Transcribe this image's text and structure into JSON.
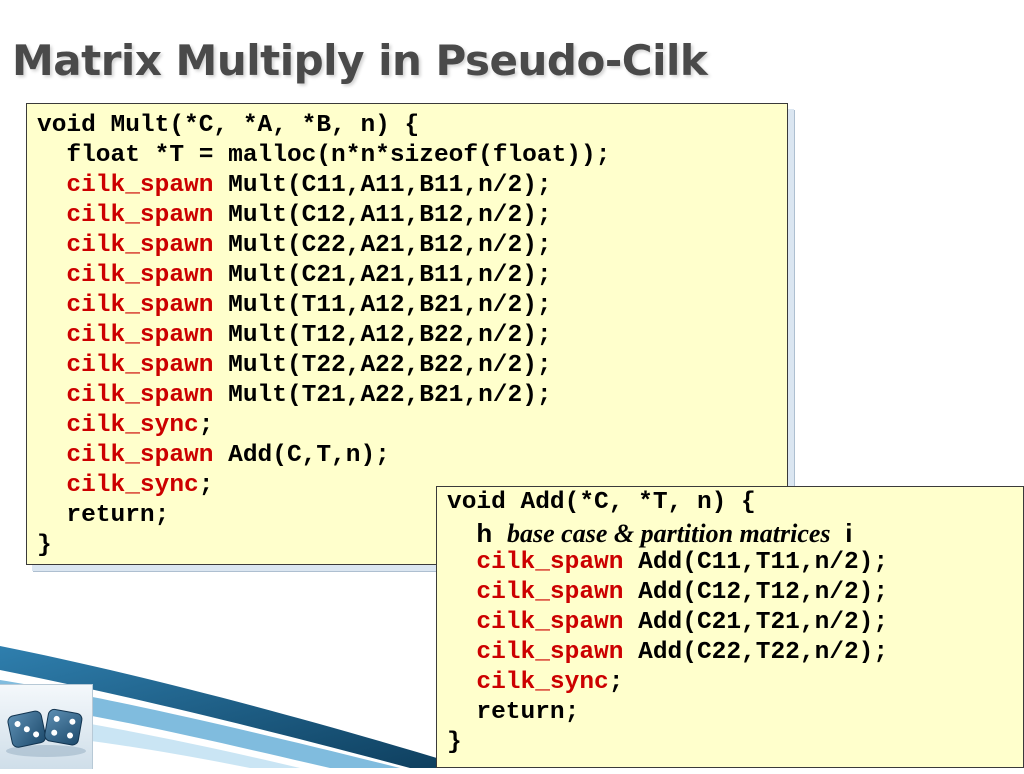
{
  "title": "Matrix Multiply in Pseudo-Cilk",
  "colors": {
    "keyword": "#cc0000",
    "code_bg": "#ffffcc",
    "title": "#4a4a4a"
  },
  "mult_code": {
    "lines": [
      {
        "indent": "",
        "kw": "",
        "text": "void Mult(*C, *A, *B, n) {"
      },
      {
        "indent": "  ",
        "kw": "",
        "text": "float *T = malloc(n*n*sizeof(float));"
      },
      {
        "indent": "  ",
        "kw": "cilk_spawn",
        "text": " Mult(C11,A11,B11,n/2);"
      },
      {
        "indent": "  ",
        "kw": "cilk_spawn",
        "text": " Mult(C12,A11,B12,n/2);"
      },
      {
        "indent": "  ",
        "kw": "cilk_spawn",
        "text": " Mult(C22,A21,B12,n/2);"
      },
      {
        "indent": "  ",
        "kw": "cilk_spawn",
        "text": " Mult(C21,A21,B11,n/2);"
      },
      {
        "indent": "  ",
        "kw": "cilk_spawn",
        "text": " Mult(T11,A12,B21,n/2);"
      },
      {
        "indent": "  ",
        "kw": "cilk_spawn",
        "text": " Mult(T12,A12,B22,n/2);"
      },
      {
        "indent": "  ",
        "kw": "cilk_spawn",
        "text": " Mult(T22,A22,B22,n/2);"
      },
      {
        "indent": "  ",
        "kw": "cilk_spawn",
        "text": " Mult(T21,A22,B21,n/2);"
      },
      {
        "indent": "  ",
        "kw": "cilk_sync",
        "text": ";"
      },
      {
        "indent": "  ",
        "kw": "cilk_spawn",
        "text": " Add(C,T,n);"
      },
      {
        "indent": "  ",
        "kw": "cilk_sync",
        "text": ";"
      },
      {
        "indent": "  ",
        "kw": "",
        "text": "return;"
      },
      {
        "indent": "",
        "kw": "",
        "text": "}"
      }
    ]
  },
  "add_code": {
    "first": "void Add(*C, *T, n) {",
    "comment": {
      "open": "h",
      "text": "base case & partition matrices",
      "close": "i"
    },
    "lines": [
      {
        "indent": "  ",
        "kw": "cilk_spawn",
        "text": " Add(C11,T11,n/2);"
      },
      {
        "indent": "  ",
        "kw": "cilk_spawn",
        "text": " Add(C12,T12,n/2);"
      },
      {
        "indent": "  ",
        "kw": "cilk_spawn",
        "text": " Add(C21,T21,n/2);"
      },
      {
        "indent": "  ",
        "kw": "cilk_spawn",
        "text": " Add(C22,T22,n/2);"
      },
      {
        "indent": "  ",
        "kw": "cilk_sync",
        "text": ";"
      },
      {
        "indent": "  ",
        "kw": "",
        "text": "return;"
      },
      {
        "indent": "",
        "kw": "",
        "text": "}"
      }
    ]
  }
}
